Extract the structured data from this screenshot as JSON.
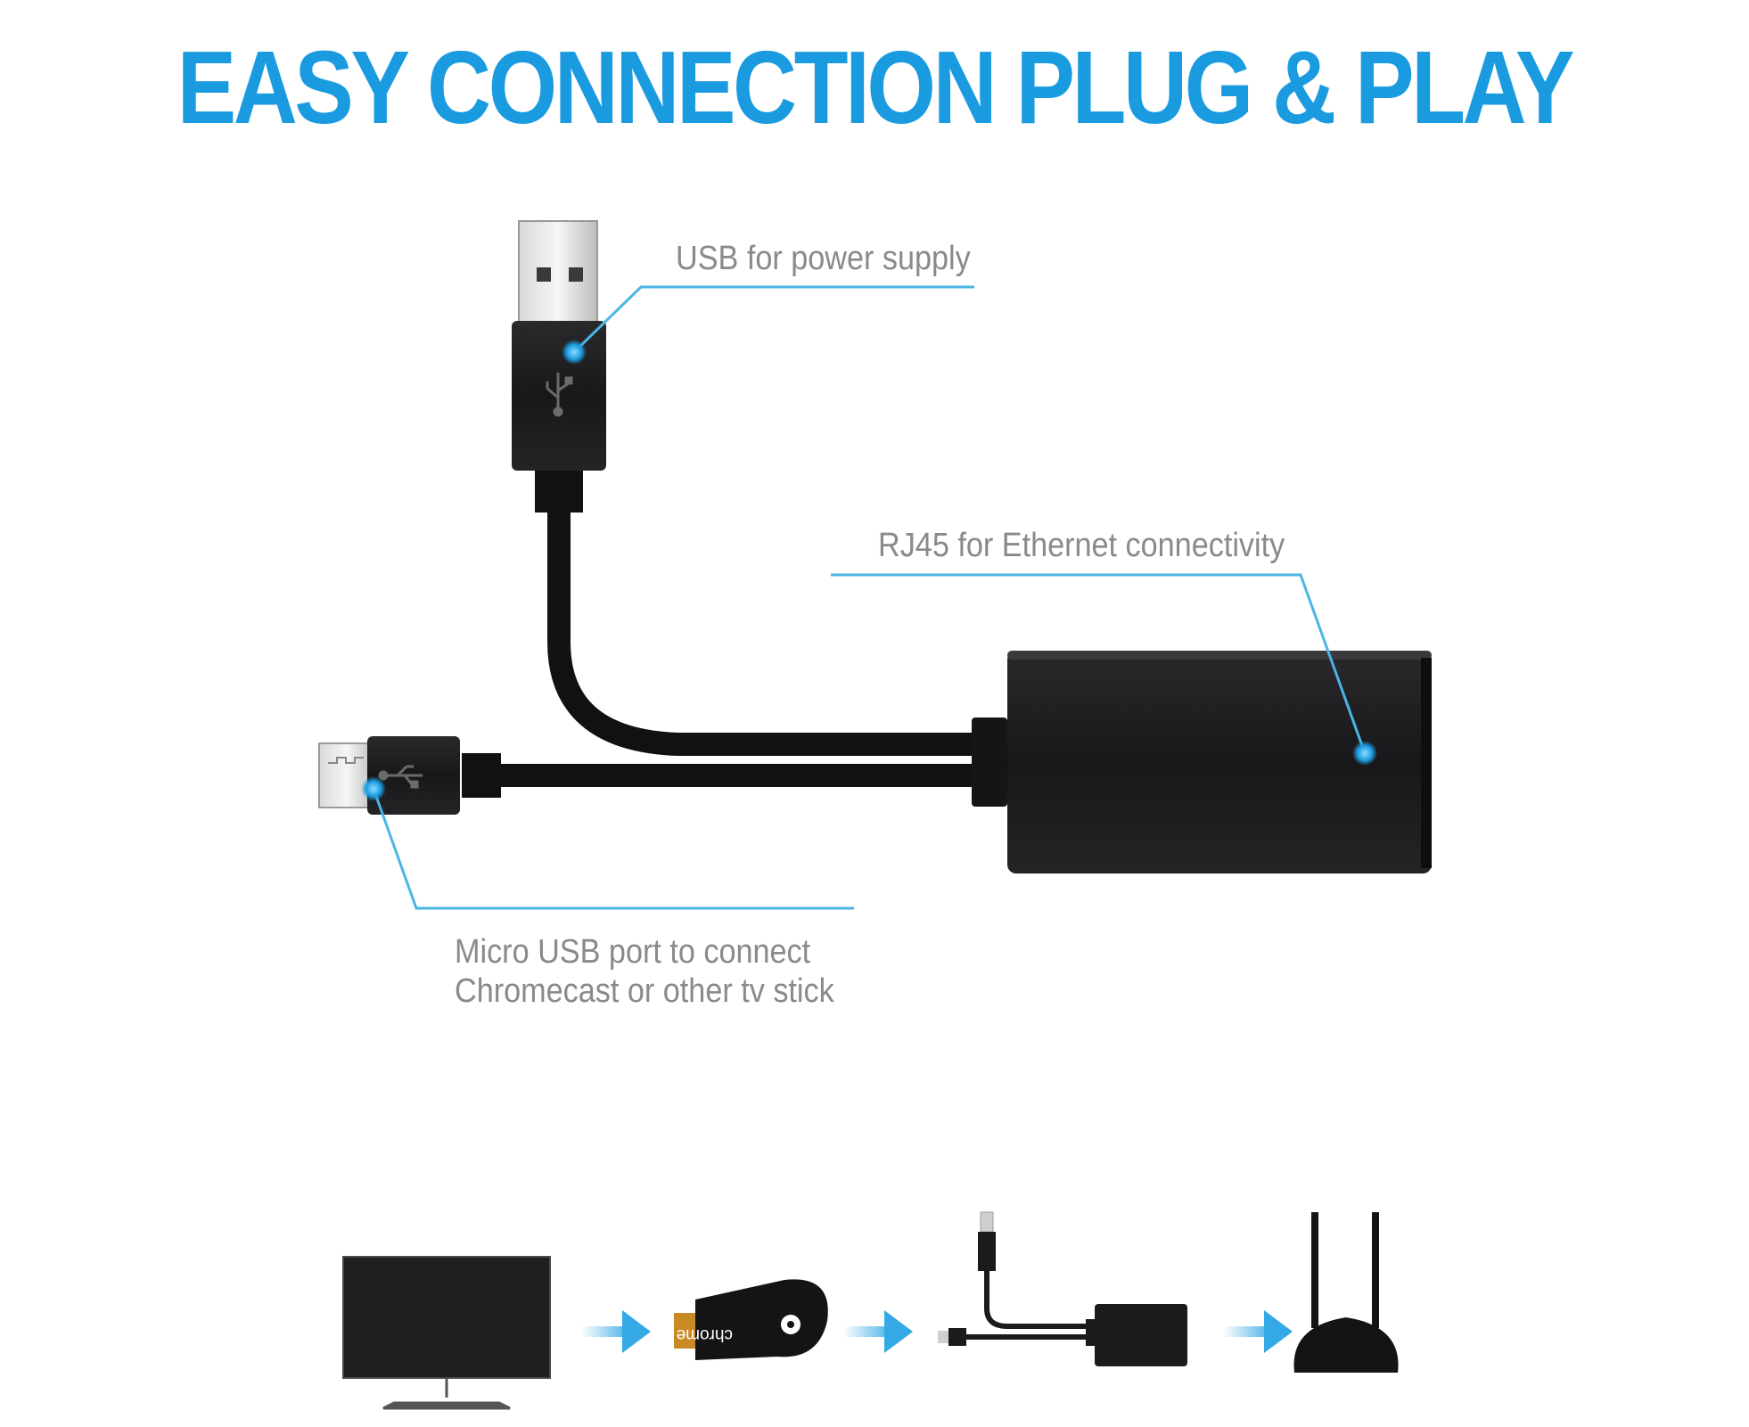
{
  "headline": "EASY CONNECTION PLUG & PLAY",
  "callouts": {
    "usb_power": "USB for power supply",
    "rj45": "RJ45 for Ethernet connectivity",
    "micro_usb_line1": "Micro USB port to connect",
    "micro_usb_line2": "Chromecast or other tv stick"
  },
  "chromecast_logo_text": "chrome",
  "colors": {
    "accent_blue": "#1a9be0",
    "leader_line": "#4ab5e6",
    "device_black": "#1c1c1e",
    "label_gray": "#8a8a8a",
    "arrow_blue": "#34a9e6"
  },
  "icons": [
    "usb-trident-icon",
    "arrow-right-icon",
    "antenna-icon"
  ],
  "connection_flow": [
    "tv",
    "chromecast",
    "ethernet-adapter",
    "router"
  ]
}
